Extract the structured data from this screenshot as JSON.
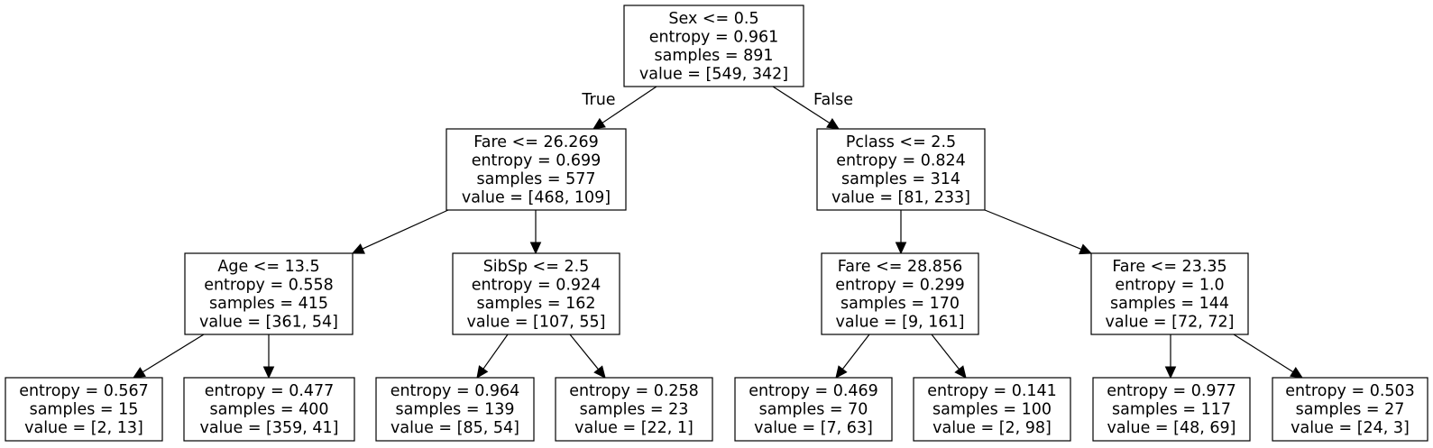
{
  "diagram": {
    "type": "decision-tree",
    "colors": {
      "line": "#000000",
      "box_fill": "#ffffff",
      "text": "#000000"
    },
    "nodes": [
      {
        "id": "n0",
        "lines": [
          "Sex <= 0.5",
          "entropy = 0.961",
          "samples = 891",
          "value = [549, 342]"
        ]
      },
      {
        "id": "n1",
        "lines": [
          "Fare <= 26.269",
          "entropy = 0.699",
          "samples = 577",
          "value = [468, 109]"
        ]
      },
      {
        "id": "n2",
        "lines": [
          "Pclass <= 2.5",
          "entropy = 0.824",
          "samples = 314",
          "value = [81, 233]"
        ]
      },
      {
        "id": "n3",
        "lines": [
          "Age <= 13.5",
          "entropy = 0.558",
          "samples = 415",
          "value = [361, 54]"
        ]
      },
      {
        "id": "n4",
        "lines": [
          "SibSp <= 2.5",
          "entropy = 0.924",
          "samples = 162",
          "value = [107, 55]"
        ]
      },
      {
        "id": "n5",
        "lines": [
          "Fare <= 28.856",
          "entropy = 0.299",
          "samples = 170",
          "value = [9, 161]"
        ]
      },
      {
        "id": "n6",
        "lines": [
          "Fare <= 23.35",
          "entropy = 1.0",
          "samples = 144",
          "value = [72, 72]"
        ]
      },
      {
        "id": "n7",
        "lines": [
          "entropy = 0.567",
          "samples = 15",
          "value = [2, 13]"
        ]
      },
      {
        "id": "n8",
        "lines": [
          "entropy = 0.477",
          "samples = 400",
          "value = [359, 41]"
        ]
      },
      {
        "id": "n9",
        "lines": [
          "entropy = 0.964",
          "samples = 139",
          "value = [85, 54]"
        ]
      },
      {
        "id": "n10",
        "lines": [
          "entropy = 0.258",
          "samples = 23",
          "value = [22, 1]"
        ]
      },
      {
        "id": "n11",
        "lines": [
          "entropy = 0.469",
          "samples = 70",
          "value = [7, 63]"
        ]
      },
      {
        "id": "n12",
        "lines": [
          "entropy = 0.141",
          "samples = 100",
          "value = [2, 98]"
        ]
      },
      {
        "id": "n13",
        "lines": [
          "entropy = 0.977",
          "samples = 117",
          "value = [48, 69]"
        ]
      },
      {
        "id": "n14",
        "lines": [
          "entropy = 0.503",
          "samples = 27",
          "value = [24, 3]"
        ]
      }
    ],
    "edges": [
      {
        "from": "n0",
        "to": "n1",
        "label": "True"
      },
      {
        "from": "n0",
        "to": "n2",
        "label": "False"
      },
      {
        "from": "n1",
        "to": "n3",
        "label": ""
      },
      {
        "from": "n1",
        "to": "n4",
        "label": ""
      },
      {
        "from": "n2",
        "to": "n5",
        "label": ""
      },
      {
        "from": "n2",
        "to": "n6",
        "label": ""
      },
      {
        "from": "n3",
        "to": "n7",
        "label": ""
      },
      {
        "from": "n3",
        "to": "n8",
        "label": ""
      },
      {
        "from": "n4",
        "to": "n9",
        "label": ""
      },
      {
        "from": "n4",
        "to": "n10",
        "label": ""
      },
      {
        "from": "n5",
        "to": "n11",
        "label": ""
      },
      {
        "from": "n5",
        "to": "n12",
        "label": ""
      },
      {
        "from": "n6",
        "to": "n13",
        "label": ""
      },
      {
        "from": "n6",
        "to": "n14",
        "label": ""
      }
    ]
  }
}
